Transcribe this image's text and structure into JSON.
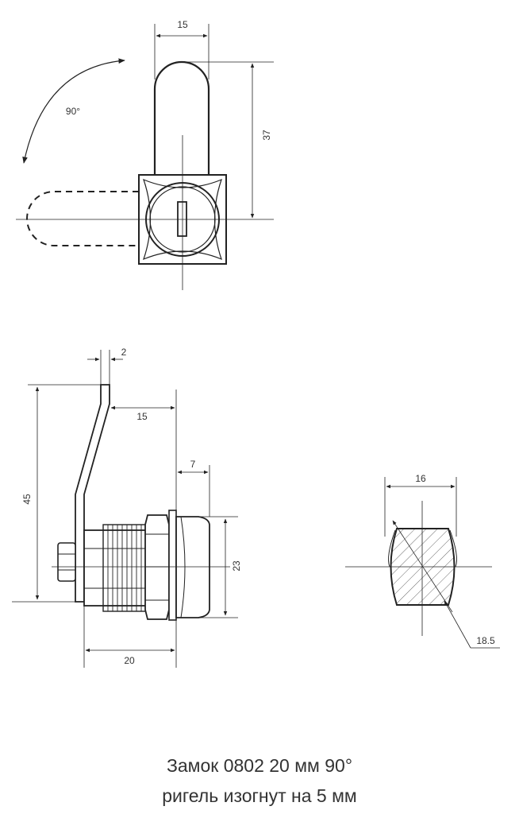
{
  "dimensions": {
    "top_width": "15",
    "rotation_angle": "90°",
    "cam_length": "37",
    "cam_thickness": "2",
    "cam_offset": "15",
    "cam_height": "45",
    "head_depth": "7",
    "head_diameter": "23",
    "body_length": "20",
    "cutout_width": "16",
    "cutout_diameter": "18.5"
  },
  "caption": {
    "line1": "Замок 0802 20 мм 90°",
    "line2": "ригель изогнут на 5 мм"
  }
}
